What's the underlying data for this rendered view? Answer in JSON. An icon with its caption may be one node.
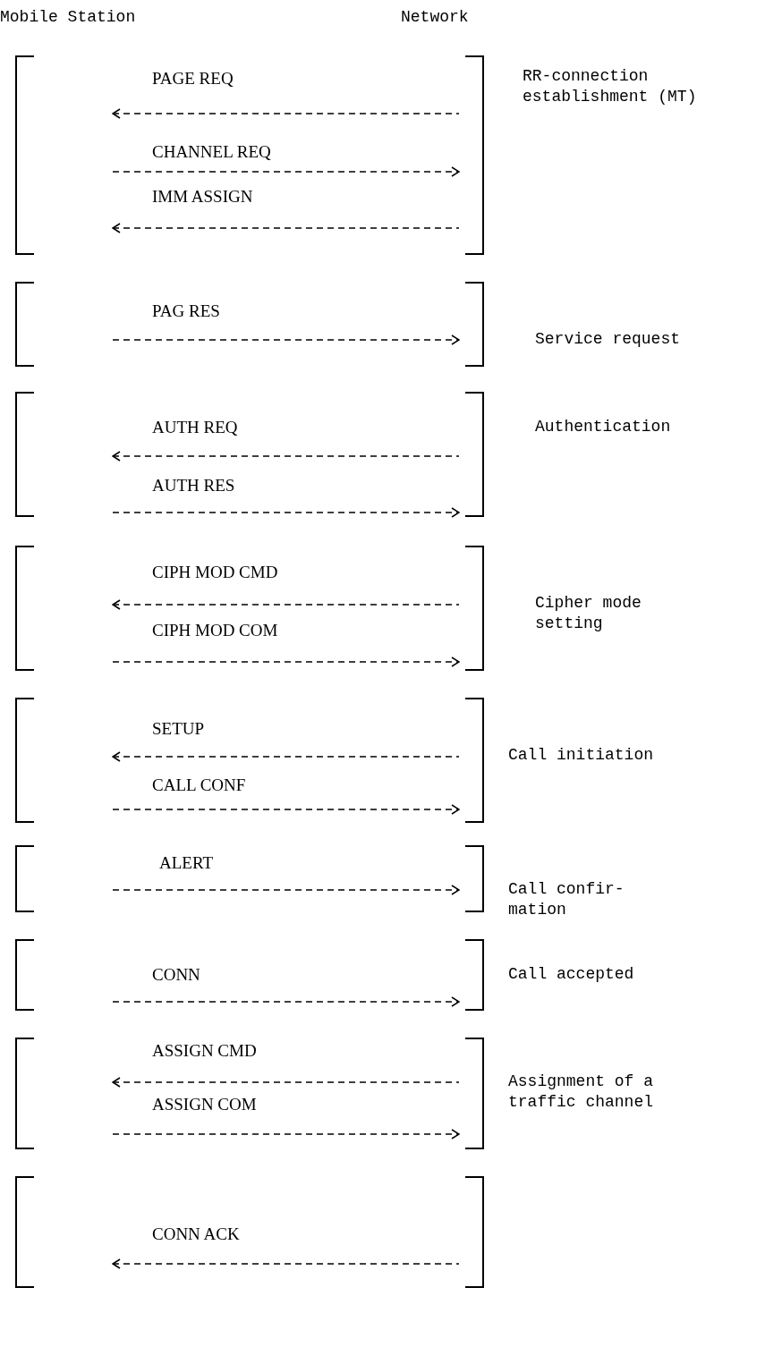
{
  "diagram": {
    "nodes": [
      {
        "text": [
          "PAGE REQ",
          "CHANNEL REQ",
          "IMM ASSIGN",
          "RR-connection establishment (MT)"
        ]
      },
      {
        "text": [
          "PAG RES",
          "Service request"
        ]
      },
      {
        "text": [
          "AUTH REQ",
          "AUTH RES",
          "Authentication"
        ]
      },
      {
        "text": [
          "CIPH MOD CMD",
          "CIPH MOD COM",
          "Cipher mode setting"
        ]
      },
      {
        "text": [
          "SETUP",
          "CALL CONF",
          "Call initiation"
        ]
      },
      {
        "text": [
          "ALERT",
          "Call confir- mation"
        ]
      },
      {
        "text": [
          "CONN",
          "Call accepted"
        ]
      },
      {
        "text": [
          "ASSIGN CMD",
          "ASSIGN COM",
          "Assignment of a traffic channel"
        ]
      },
      {
        "text": [
          "CONN ACK"
        ]
      }
    ],
    "labels": [
      "Mobile Station",
      "Network"
    ]
  }
}
